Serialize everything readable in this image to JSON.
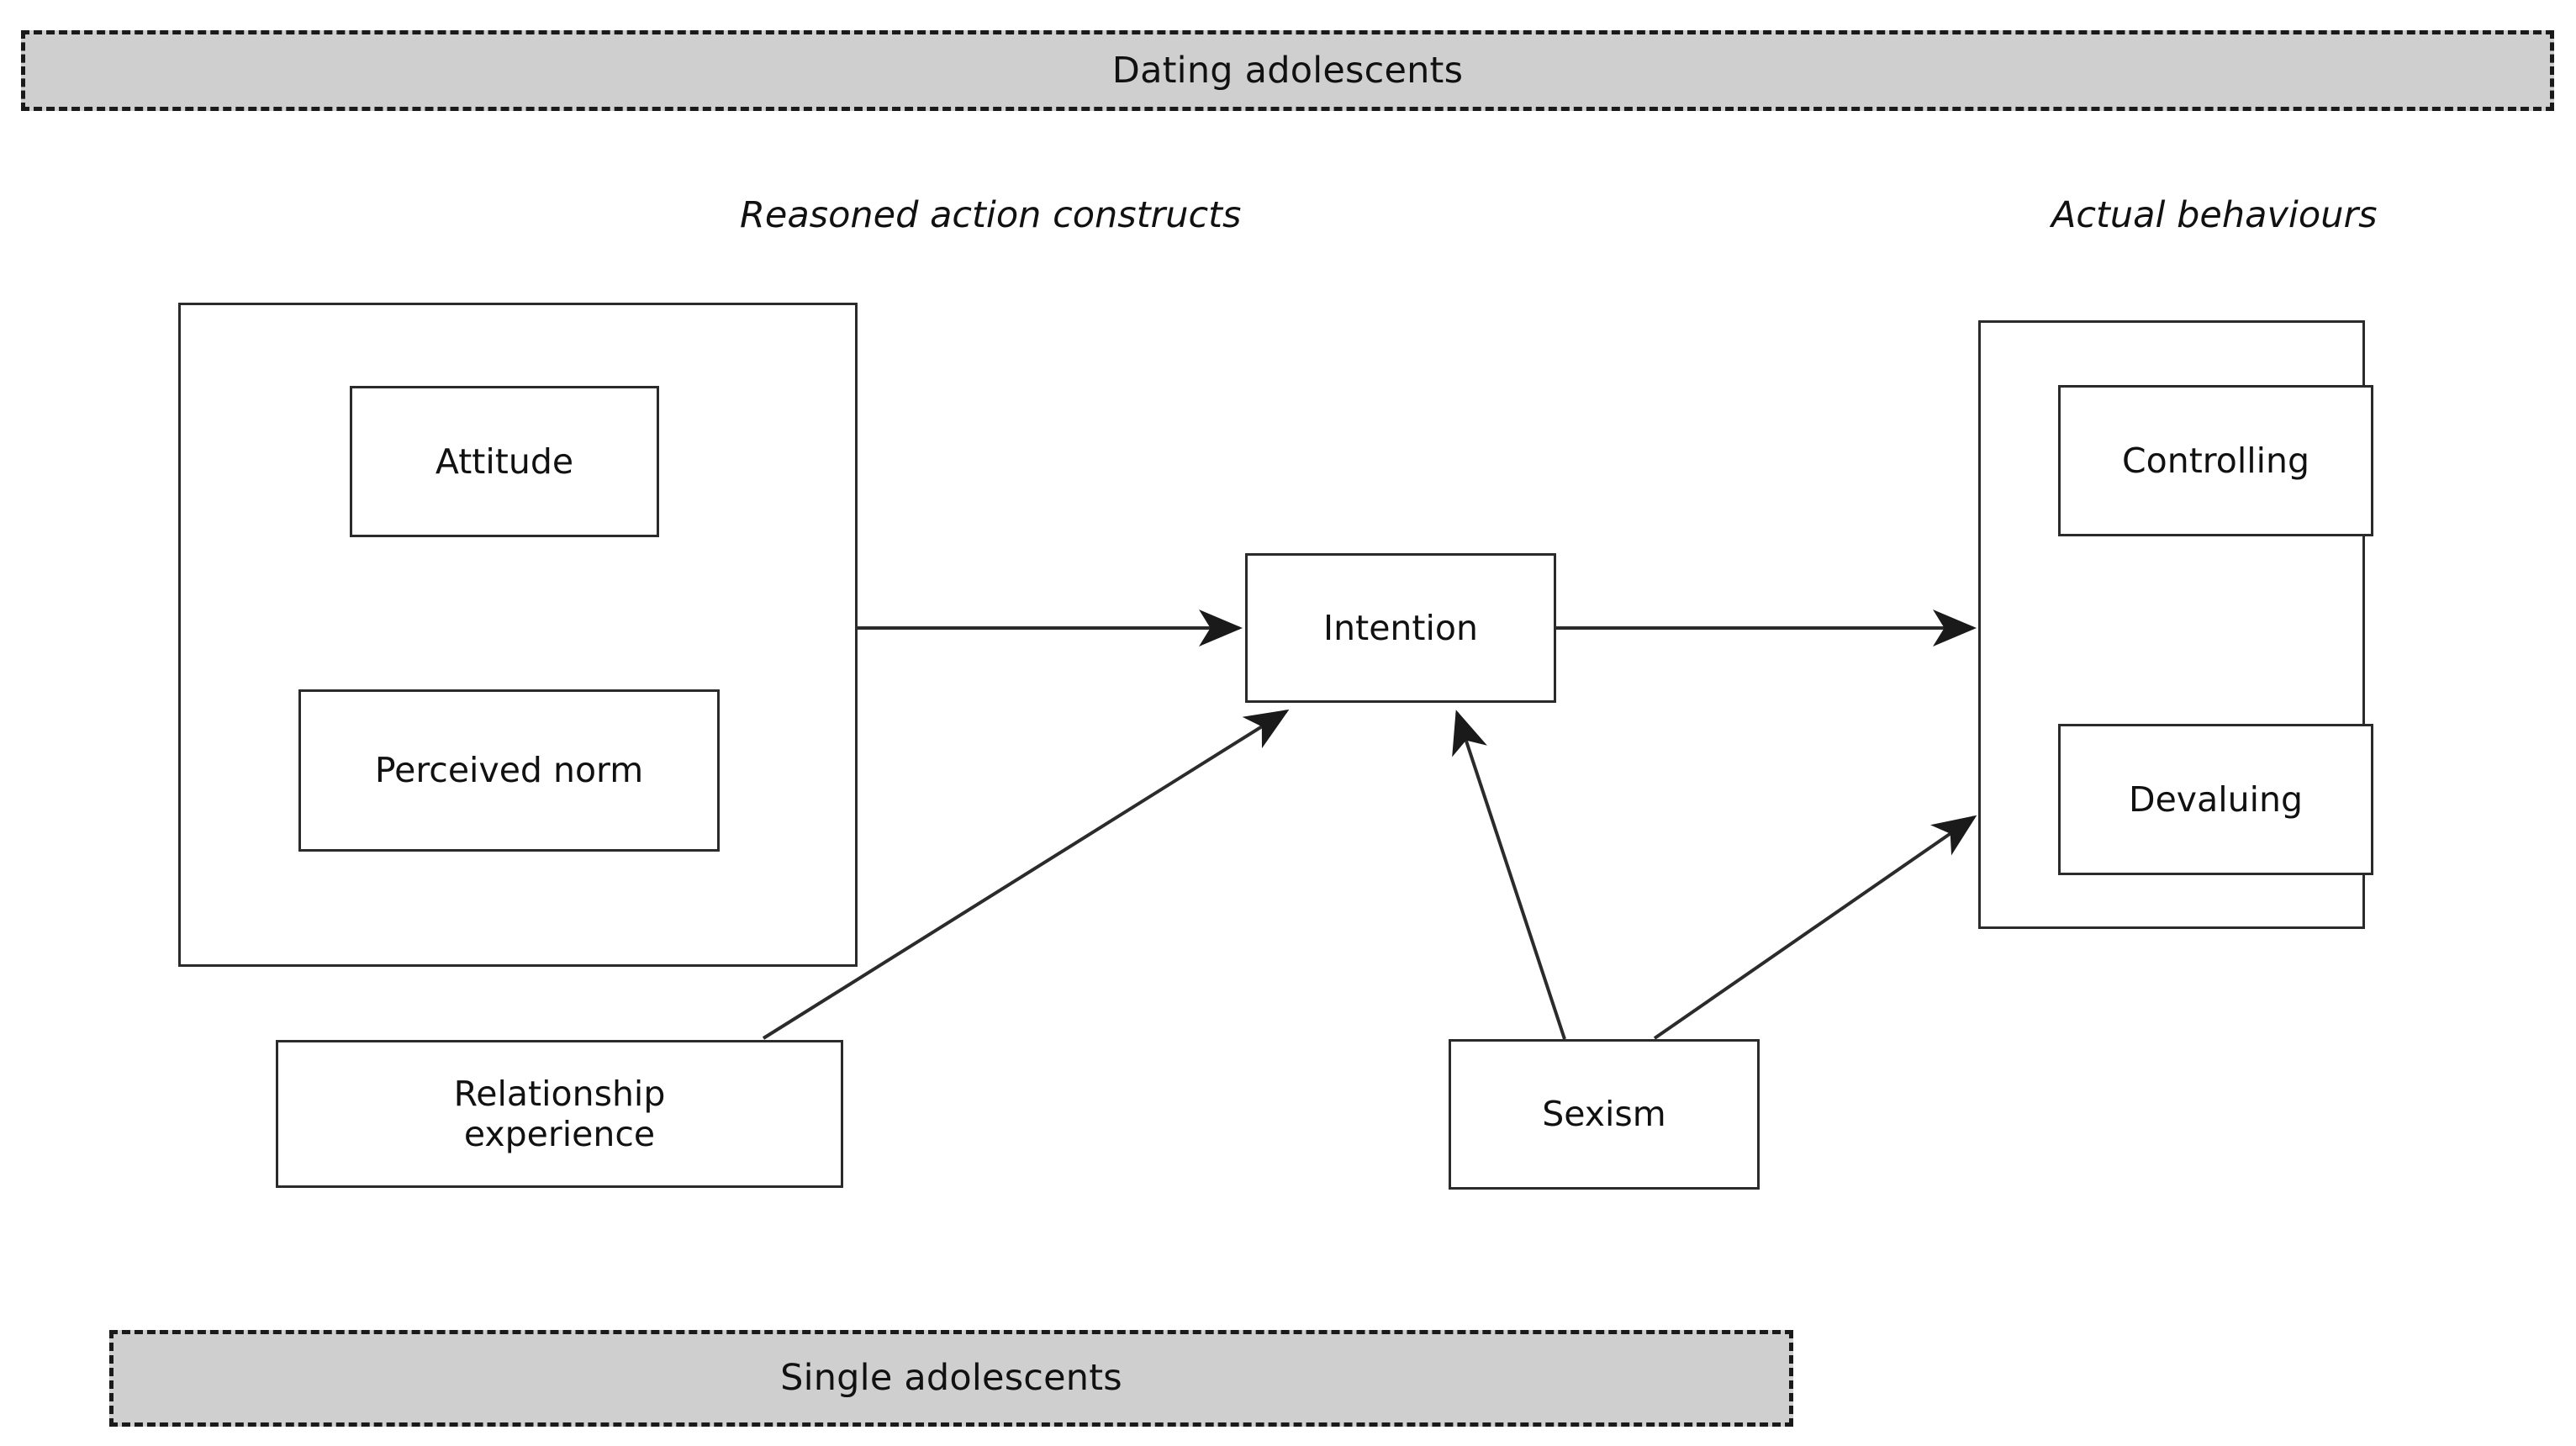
{
  "figure": {
    "type": "conceptual-model-diagram",
    "title_top_banner": "Dating adolescents",
    "title_bottom_banner": "Single adolescents"
  },
  "banners": {
    "top": {
      "label": "Dating adolescents",
      "fill": "#cfcfcf",
      "border_style": "dashed",
      "border_color": "#1a1a1a"
    },
    "bottom": {
      "label": "Single adolescents",
      "fill": "#cfcfcf",
      "border_style": "dashed",
      "border_color": "#1a1a1a"
    }
  },
  "headings": {
    "constructs": "Reasoned action constructs",
    "behaviours": "Actual behaviours"
  },
  "groups": {
    "constructs": {
      "name": "reasoned-action-constructs-group"
    },
    "behaviours": {
      "name": "actual-behaviours-group"
    }
  },
  "nodes": {
    "attitude": "Attitude",
    "perceived_norm": "Perceived norm",
    "intention": "Intention",
    "controlling": "Controlling",
    "devaluing": "Devaluing",
    "relationship_experience": "Relationship\nexperience",
    "sexism": "Sexism"
  },
  "edges": [
    {
      "from": "reasoned-action-constructs-group",
      "to": "intention",
      "style": "solid",
      "arrow": "single",
      "direction": "horizontal-right"
    },
    {
      "from": "intention",
      "to": "actual-behaviours-group",
      "style": "solid",
      "arrow": "single",
      "direction": "horizontal-right"
    },
    {
      "from": "relationship-experience",
      "to": "intention",
      "style": "solid",
      "arrow": "single",
      "direction": "diagonal-up-right"
    },
    {
      "from": "sexism",
      "to": "intention",
      "style": "solid",
      "arrow": "single",
      "direction": "diagonal-up-left"
    },
    {
      "from": "sexism",
      "to": "actual-behaviours-group",
      "style": "solid",
      "arrow": "single",
      "direction": "diagonal-up-right"
    }
  ],
  "colors": {
    "stroke": "#2b2b2b",
    "text": "#111111",
    "banner_fill": "#cfcfcf",
    "background": "#ffffff"
  }
}
